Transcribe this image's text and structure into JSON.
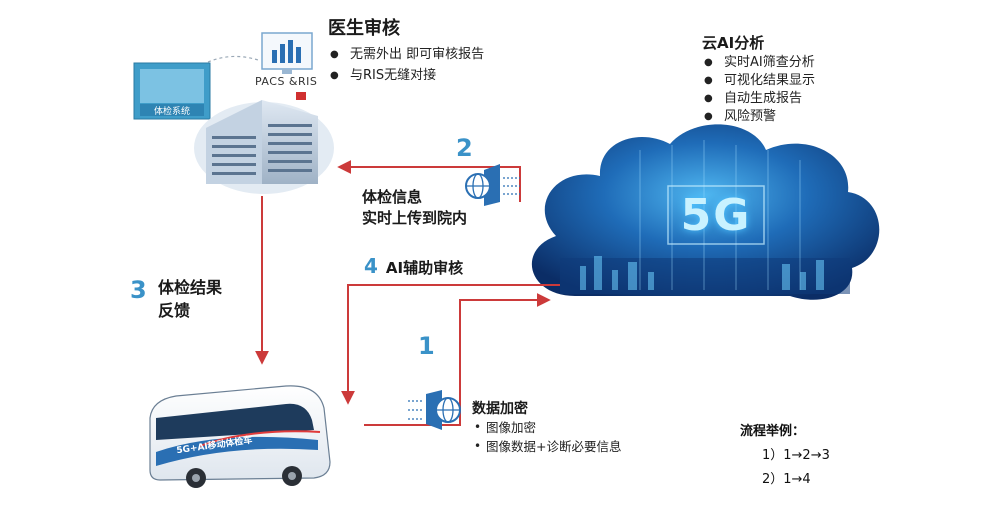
{
  "doctor": {
    "title": "医生审核",
    "items": [
      "无需外出 即可审核报告",
      "与RIS无缝对接"
    ]
  },
  "pacs_label": "PACS &RIS",
  "exam_system_label": "体检系统",
  "cloud": {
    "title": "云AI分析",
    "items": [
      "实时AI筛查分析",
      "可视化结果显示",
      "自动生成报告",
      "风险预警"
    ],
    "badge": "5G"
  },
  "steps": [
    {
      "num": "1",
      "label": ""
    },
    {
      "num": "2",
      "label_line1": "体检信息",
      "label_line2": "实时上传到院内"
    },
    {
      "num": "3",
      "label_line1": "体检结果",
      "label_line2": "反馈"
    },
    {
      "num": "4",
      "label": "AI辅助审核"
    }
  ],
  "encrypt": {
    "title": "数据加密",
    "items": [
      "图像加密",
      "图像数据+诊断必要信息"
    ]
  },
  "bus_label": "5G+AI移动体检车",
  "flow": {
    "title": "流程举例：",
    "items": [
      "1）1→2→3",
      "2）1→4"
    ]
  },
  "colors": {
    "arrow": "#cc3a3a",
    "step_number": "#3a92c8",
    "cloud": "#1b5a9e"
  }
}
